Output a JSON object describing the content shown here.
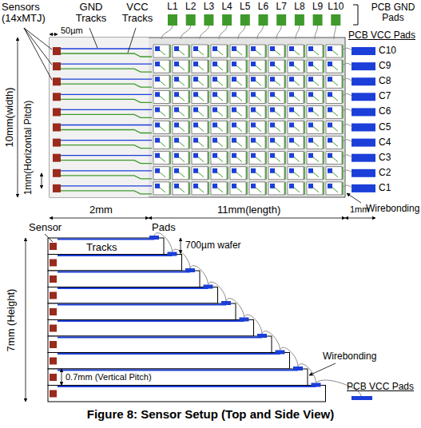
{
  "diagram": {
    "caption": "Figure 8: Sensor Setup (Top and Side View)",
    "labels": [
      "Sensors (14xMTJ)",
      "GND Tracks",
      "VCC Tracks",
      "L1",
      "L2",
      "L3",
      "L4",
      "L5",
      "L6",
      "L7",
      "L8",
      "L9",
      "L10",
      "PCB GND Pads",
      "PCB VCC Pads",
      "C10",
      "C9",
      "C8",
      "C7",
      "C6",
      "C5",
      "C4",
      "C3",
      "C2",
      "C1",
      "50µm",
      "10mm(width)",
      "1mm(Horizontal Pitch)",
      "2mm",
      "11mm(length)",
      "1mm",
      "Wirebonding",
      "Sensor",
      "Pads",
      "Tracks",
      "700µm wafer",
      "7mm (Height)",
      "Wirebonding",
      "0.7mm (Vertical Pitch)",
      "PCB VCC Pads"
    ]
  }
}
